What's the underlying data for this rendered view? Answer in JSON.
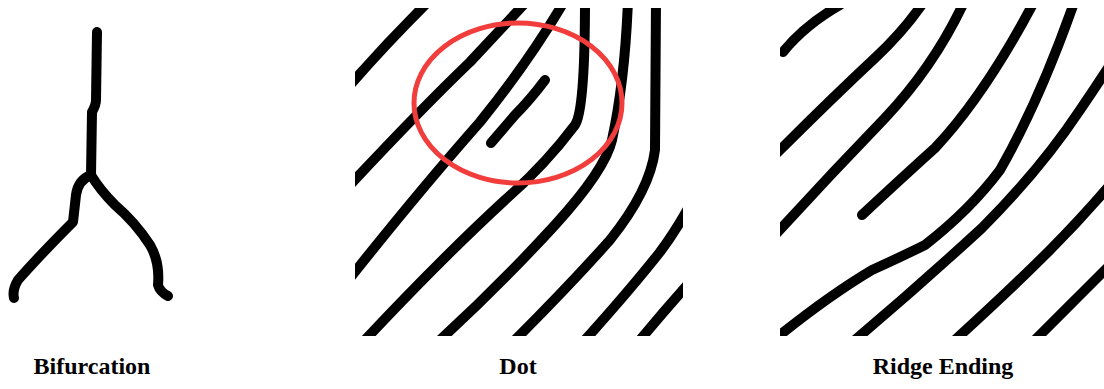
{
  "diagram": {
    "labels": [
      "Bifurcation",
      "Dot",
      "Ridge Ending"
    ]
  }
}
